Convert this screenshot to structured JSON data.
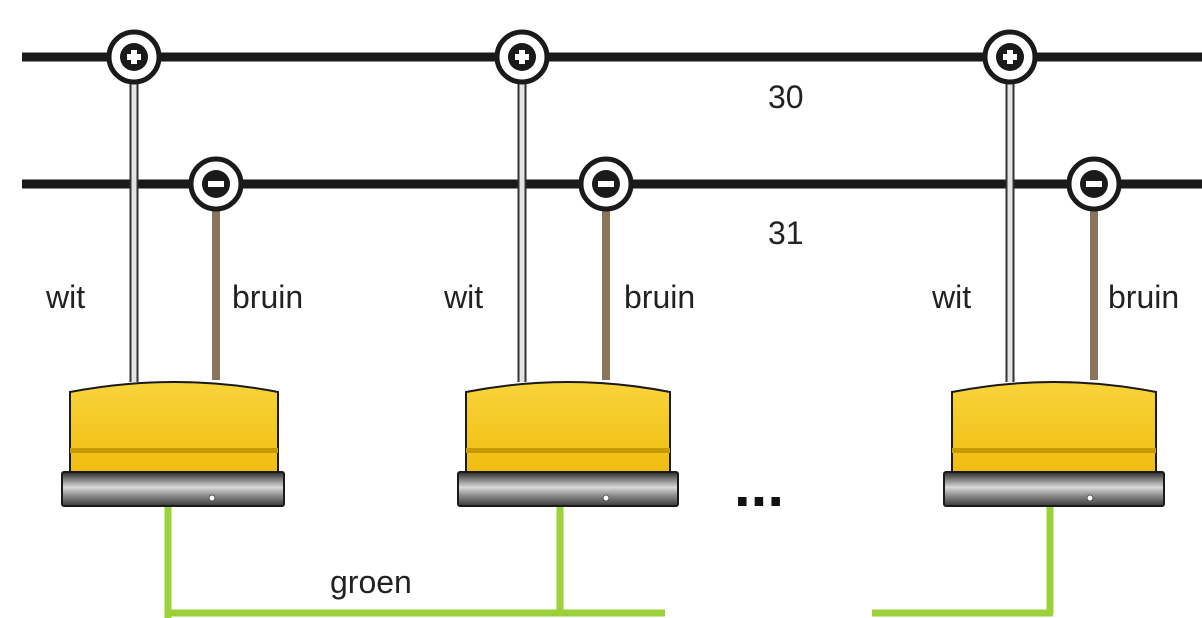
{
  "diagram": {
    "bus_top_label": "30",
    "bus_bottom_label": "31",
    "plus_symbol": "+",
    "minus_symbol": "−",
    "units": [
      {
        "white_wire_label": "wit",
        "brown_wire_label": "bruin"
      },
      {
        "white_wire_label": "wit",
        "brown_wire_label": "bruin"
      },
      {
        "white_wire_label": "wit",
        "brown_wire_label": "bruin"
      }
    ],
    "ground_wire_label": "groen",
    "ellipsis": "...",
    "colors": {
      "bus": "#1a1a1a",
      "white_wire": "#e4e4e4",
      "brown_wire": "#8a745a",
      "green_wire": "#9bd13a",
      "beacon_yellow": "#f6c915",
      "beacon_band": "#c79a00",
      "beacon_base": "#444444"
    }
  }
}
